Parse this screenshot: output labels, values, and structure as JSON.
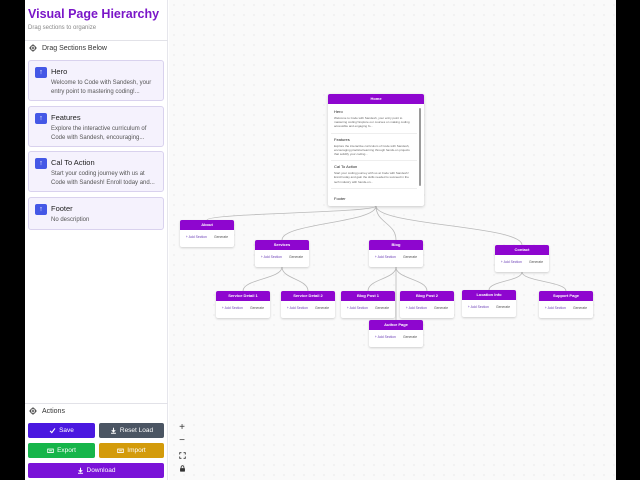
{
  "sidebar": {
    "title": "Visual Page Hierarchy",
    "subtitle": "Drag sections to organize",
    "drag_header": "Drag Sections Below",
    "cards": [
      {
        "title": "Hero",
        "desc": "Welcome to Code with Sandesh, your entry point to mastering coding!..."
      },
      {
        "title": "Features",
        "desc": "Explore the interactive curriculum of Code with Sandesh, encouraging..."
      },
      {
        "title": "Cal To Action",
        "desc": "Start your coding journey with us at Code with Sandesh! Enroll today and..."
      },
      {
        "title": "Footer",
        "desc": "No description"
      }
    ],
    "actions_header": "Actions",
    "buttons": {
      "save": "Save",
      "reset": "Reset Load",
      "export": "Export",
      "import": "Import",
      "download": "Download"
    },
    "colors": {
      "title": "#7a16c8",
      "save": "#4a18e0",
      "reset": "#4b5563",
      "export": "#16b54a",
      "import": "#d39b0b",
      "download": "#7a13d8"
    }
  },
  "canvas": {
    "home": {
      "title": "Home",
      "sections": [
        {
          "title": "Hero",
          "desc": "Welcome to Code with Sandesh, your entry point to mastering coding! Explore our courses on making coding accessible and engaging fo..."
        },
        {
          "title": "Features",
          "desc": "Explore the interactive curriculum of Code with Sandesh, encouraging practical learning through hands-on projects that solidify your coding..."
        },
        {
          "title": "Cal To Action",
          "desc": "Start your coding journey with us at Code with Sandesh! Enroll today and gain the skills needed to succeed in the tech industry with hands-on..."
        }
      ],
      "footer": "Footer"
    },
    "node_actions": {
      "add": "+ Add Section",
      "generate": "Generate"
    },
    "nodes": [
      {
        "id": "about",
        "title": "About"
      },
      {
        "id": "services",
        "title": "Services"
      },
      {
        "id": "blog",
        "title": "Blog"
      },
      {
        "id": "contact",
        "title": "Contact"
      },
      {
        "id": "service-detail-1",
        "title": "Service Detail 1"
      },
      {
        "id": "service-detail-2",
        "title": "Service Detail 2"
      },
      {
        "id": "blog-post-1",
        "title": "Blog Post 1"
      },
      {
        "id": "blog-post-2",
        "title": "Blog Post 2"
      },
      {
        "id": "location-info",
        "title": "Location Info"
      },
      {
        "id": "support-page",
        "title": "Support Page"
      },
      {
        "id": "author-page",
        "title": "Author Page"
      }
    ],
    "edge_color": "#b9b9b9",
    "controls": [
      "+",
      "−"
    ]
  }
}
